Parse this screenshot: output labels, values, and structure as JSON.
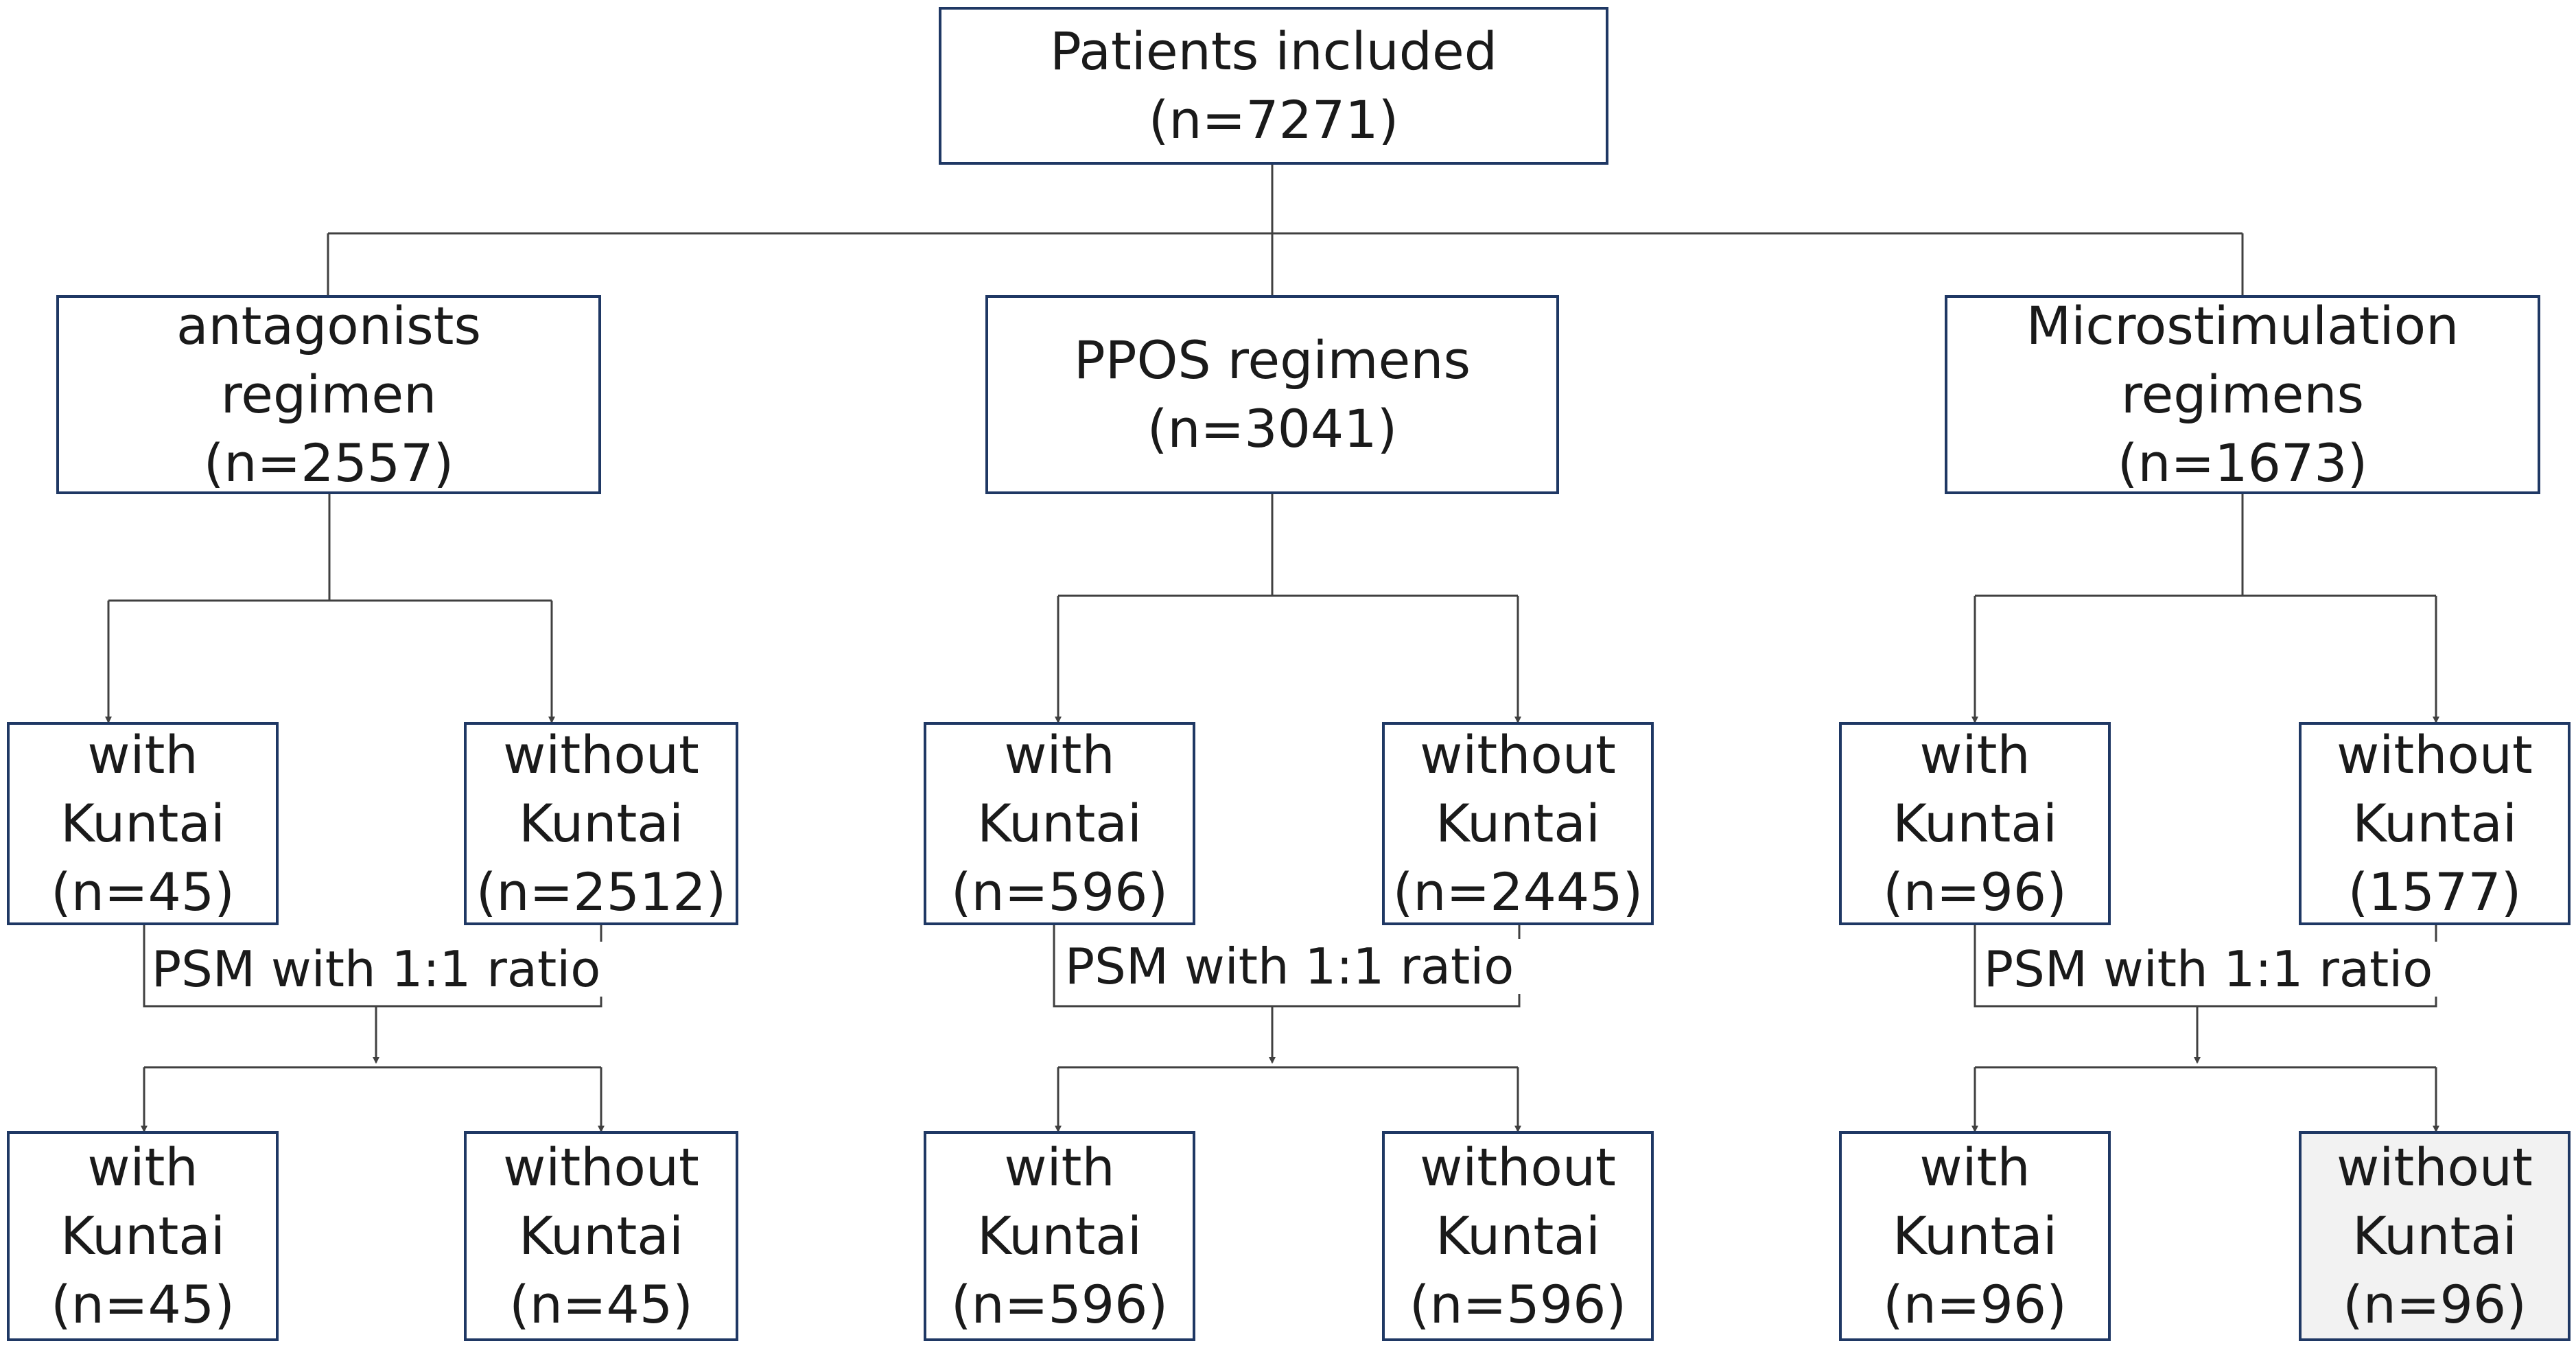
{
  "colors": {
    "box_border": "#1f3864",
    "line": "#404040",
    "shaded_fill": "#f2f2f2",
    "text": "#1a1a1a"
  },
  "root": {
    "line1": "Patients included",
    "line2": "(n=7271)"
  },
  "regimens": [
    {
      "line1": "antagonists",
      "line2": "regimen",
      "line3": "(n=2557)"
    },
    {
      "line1": "PPOS regimens",
      "line2": "(n=3041)"
    },
    {
      "line1": "Microstimulation",
      "line2": "regimens",
      "line3": "(n=1673)"
    }
  ],
  "groups": [
    {
      "before": [
        {
          "line1": "with",
          "line2": "Kuntai",
          "line3": "(n=45)"
        },
        {
          "line1": "without",
          "line2": "Kuntai",
          "line3": "(n=2512)"
        }
      ],
      "psm_label": "PSM with 1:1 ratio",
      "after": [
        {
          "line1": "with",
          "line2": "Kuntai",
          "line3": "(n=45)"
        },
        {
          "line1": "without",
          "line2": "Kuntai",
          "line3": "(n=45)"
        }
      ]
    },
    {
      "before": [
        {
          "line1": "with",
          "line2": "Kuntai",
          "line3": "(n=596)"
        },
        {
          "line1": "without",
          "line2": "Kuntai",
          "line3": "(n=2445)"
        }
      ],
      "psm_label": "PSM with 1:1 ratio",
      "after": [
        {
          "line1": "with",
          "line2": "Kuntai",
          "line3": "(n=596)"
        },
        {
          "line1": "without",
          "line2": "Kuntai",
          "line3": "(n=596)"
        }
      ]
    },
    {
      "before": [
        {
          "line1": "with",
          "line2": "Kuntai",
          "line3": "(n=96)"
        },
        {
          "line1": "without",
          "line2": "Kuntai",
          "line3": "(1577)"
        }
      ],
      "psm_label": "PSM with 1:1 ratio",
      "after": [
        {
          "line1": "with",
          "line2": "Kuntai",
          "line3": "(n=96)"
        },
        {
          "line1": "without",
          "line2": "Kuntai",
          "line3": "(n=96)"
        }
      ]
    }
  ]
}
